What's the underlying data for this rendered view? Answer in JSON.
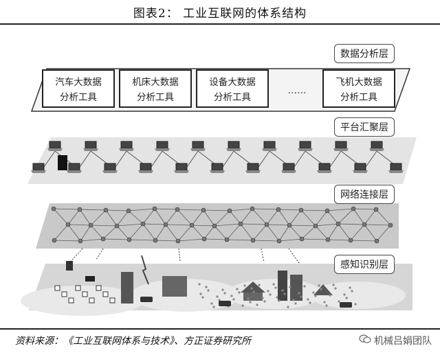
{
  "title": "图表2：   工业互联网的体系结构",
  "layers": {
    "data_analysis": "数据分析层",
    "platform": "平台汇聚层",
    "network": "网络连接层",
    "sensing": "感知识别层"
  },
  "tools": [
    {
      "line1": "汽车大数据",
      "line2": "分析工具"
    },
    {
      "line1": "机床大数据",
      "line2": "分析工具"
    },
    {
      "line1": "设备大数据",
      "line2": "分析工具"
    },
    {
      "line1": "飞机大数据",
      "line2": "分析工具"
    }
  ],
  "ellipsis": "……",
  "source": "资料来源：《工业互联网体系与技术》、方正证券研究所",
  "watermark": "机械吕娟团队",
  "colors": {
    "band": "#e4e4e4",
    "network_band": "#c9c9c9",
    "sensing_band": "#cfcfcf",
    "node": "#7f7f7f",
    "line": "#5a5a5a"
  }
}
